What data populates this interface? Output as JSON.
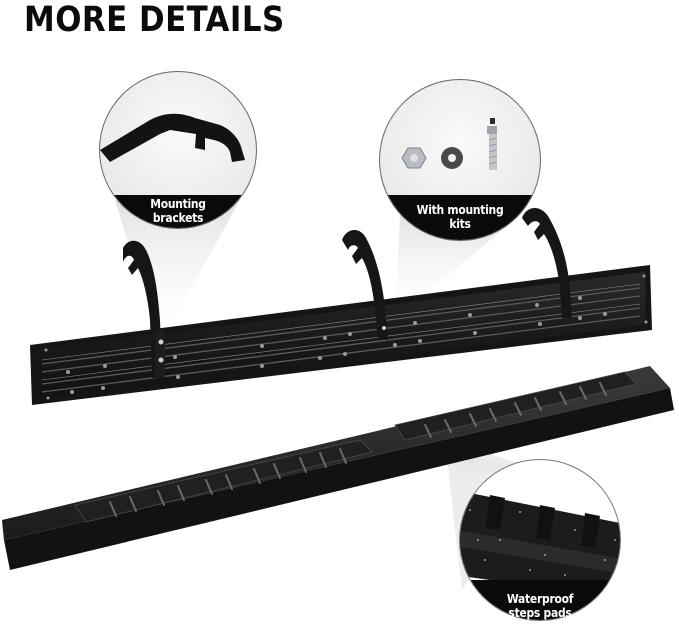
{
  "header": {
    "title": "MORE DETAILS"
  },
  "callouts": [
    {
      "id": "mounting-brackets",
      "line1": "Mounting",
      "line2": "brackets",
      "icon": "bracket-icon"
    },
    {
      "id": "mounting-kits",
      "line1": "With mounting",
      "line2": "kits",
      "icon": "bolt-nut-washer-icon"
    },
    {
      "id": "waterproof-pads",
      "line1": "Waterproof",
      "line2": "steps pads",
      "icon": "step-pad-icon"
    }
  ],
  "product": {
    "parts": [
      "running-board-back-view",
      "running-board-top-view"
    ],
    "colors": {
      "body": "#1c1c1e",
      "highlight": "#4a4a4e",
      "label_bg": "#0a0a0a",
      "callout_bg": "#f2f2f2"
    }
  }
}
